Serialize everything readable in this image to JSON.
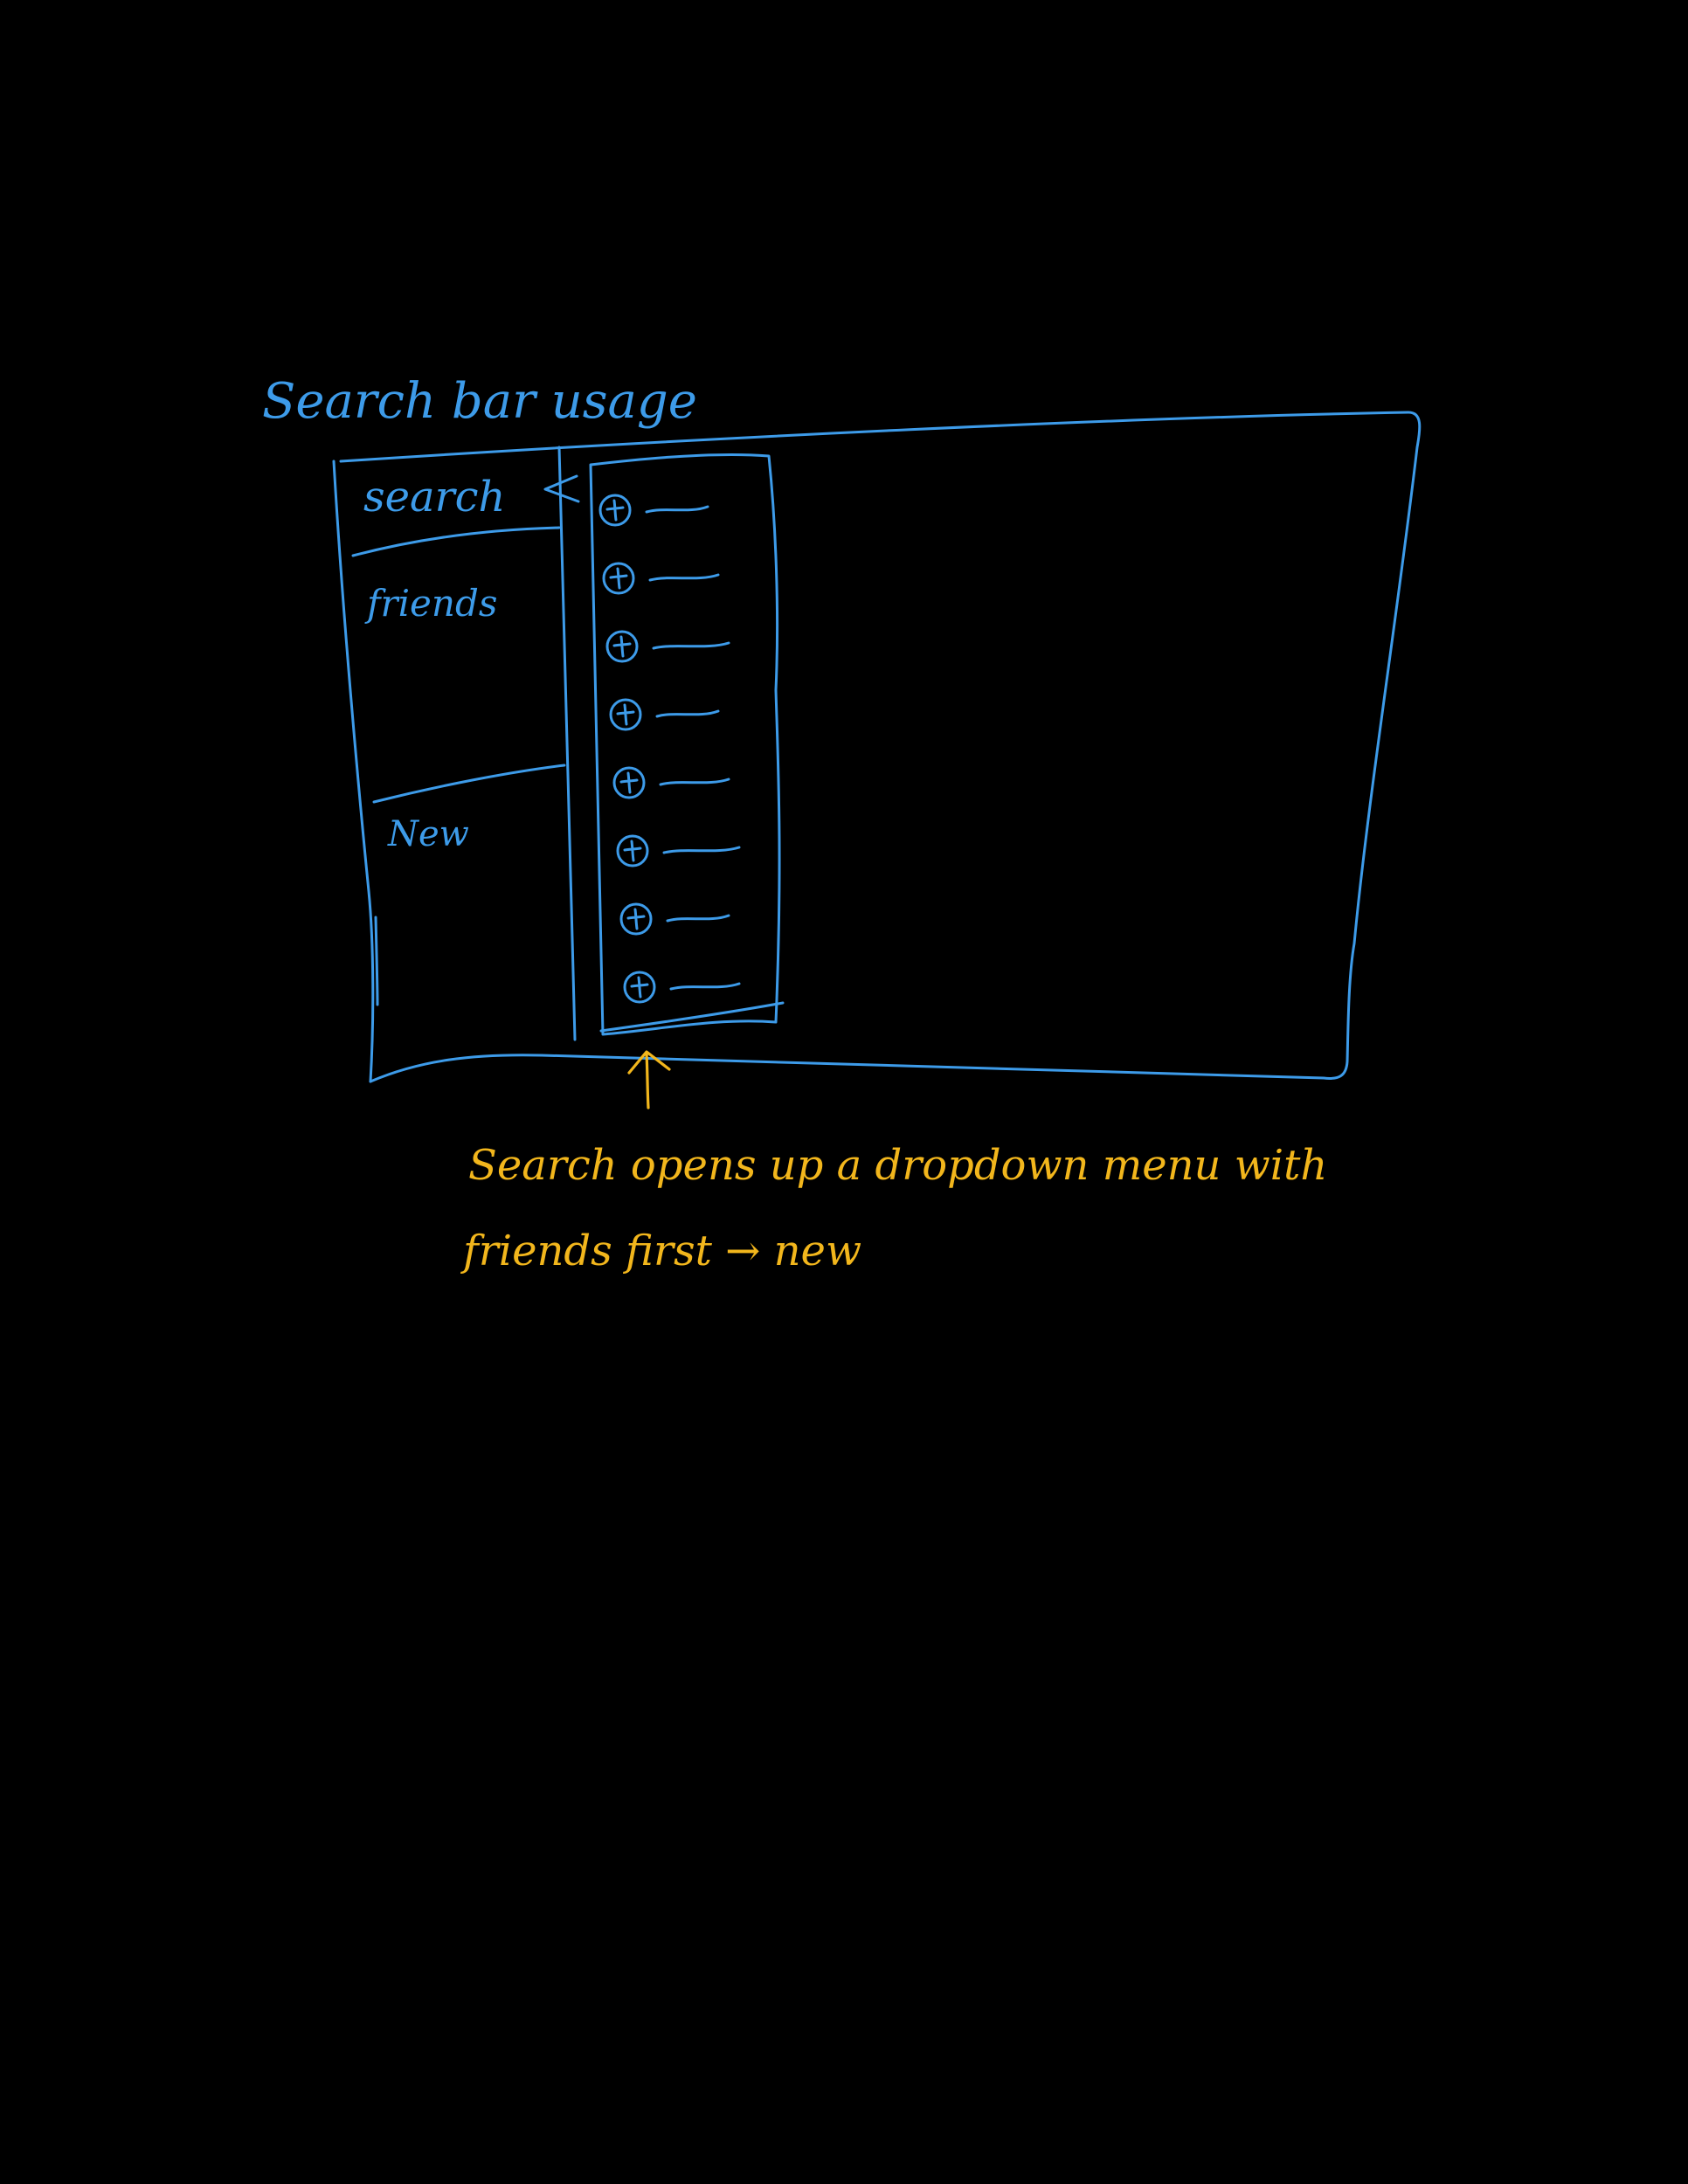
{
  "title": "Search bar usage",
  "sidebar": {
    "search_label": "search",
    "friends_label": "friends",
    "new_label": "New"
  },
  "dropdown": {
    "item_icon": "add-circle-icon",
    "items": [
      {
        "icon": "add-circle-icon",
        "label": ""
      },
      {
        "icon": "add-circle-icon",
        "label": ""
      },
      {
        "icon": "add-circle-icon",
        "label": ""
      },
      {
        "icon": "add-circle-icon",
        "label": ""
      },
      {
        "icon": "add-circle-icon",
        "label": ""
      },
      {
        "icon": "add-circle-icon",
        "label": ""
      },
      {
        "icon": "add-circle-icon",
        "label": ""
      },
      {
        "icon": "add-circle-icon",
        "label": ""
      }
    ]
  },
  "annotation": {
    "line1": "Search opens up a dropdown menu with",
    "line2": "friends first → new"
  },
  "colors": {
    "background": "#000000",
    "wireframe": "#3d9be9",
    "annotation": "#f2b61c"
  }
}
